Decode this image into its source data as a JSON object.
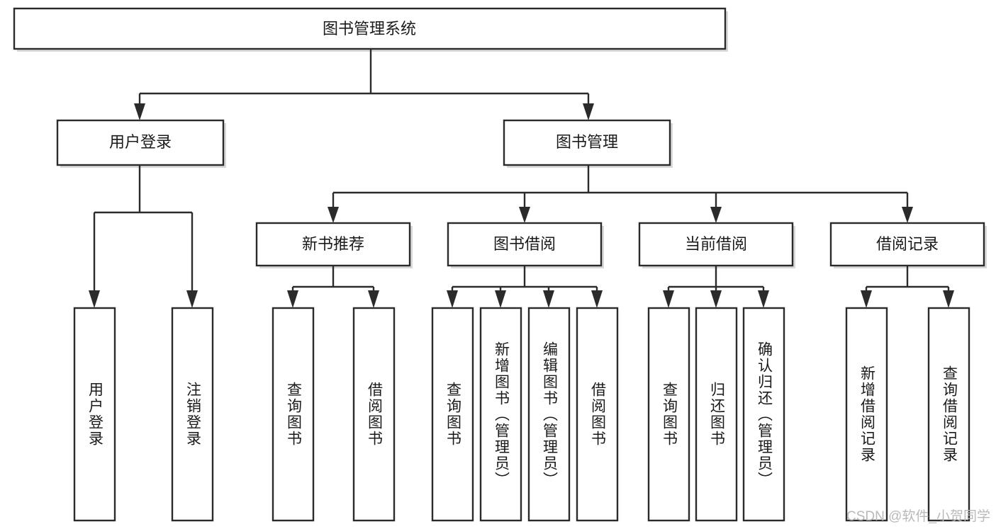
{
  "diagram": {
    "type": "tree",
    "title": "图书管理系统",
    "root": {
      "label": "图书管理系统"
    },
    "level2": [
      {
        "label": "用户登录"
      },
      {
        "label": "图书管理"
      }
    ],
    "level3": [
      {
        "label": "新书推荐"
      },
      {
        "label": "图书借阅"
      },
      {
        "label": "当前借阅"
      },
      {
        "label": "借阅记录"
      }
    ],
    "leaves_user_login": [
      {
        "label": "用户登录"
      },
      {
        "label": "注销登录"
      }
    ],
    "leaves_new_book": [
      {
        "label": "查询图书"
      },
      {
        "label": "借阅图书"
      }
    ],
    "leaves_borrow": [
      {
        "label": "查询图书"
      },
      {
        "label": "新增图书（管理员）"
      },
      {
        "label": "编辑图书（管理员）"
      },
      {
        "label": "借阅图书"
      }
    ],
    "leaves_current": [
      {
        "label": "查询图书"
      },
      {
        "label": "归还图书"
      },
      {
        "label": "确认归还（管理员）"
      }
    ],
    "leaves_records": [
      {
        "label": "新增借阅记录"
      },
      {
        "label": "查询借阅记录"
      }
    ],
    "colors": {
      "stroke": "#2b2b2b",
      "fill": "#ffffff",
      "text": "#1a1a1a",
      "shadow": "#b8b8b8",
      "watermark": "#b9b9b9"
    }
  },
  "watermark": {
    "text": "CSDN @软件_小贺同学"
  }
}
